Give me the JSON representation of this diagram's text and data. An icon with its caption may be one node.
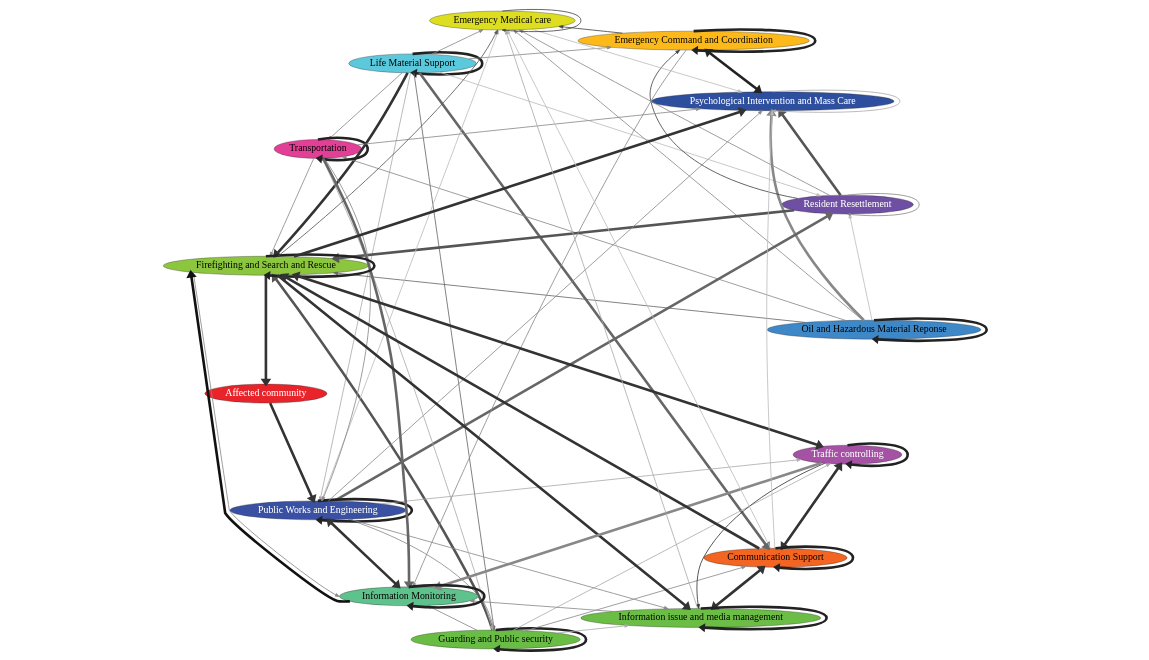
{
  "diagram": {
    "nodes": [
      {
        "text": [
          "Life Material Support"
        ]
      },
      {
        "text": [
          "Affected community"
        ]
      },
      {
        "text": [
          "Oil and Hazardous Material Reponse"
        ]
      },
      {
        "text": [
          "Resident Resettlement"
        ]
      },
      {
        "text": [
          "Guarding and Public security"
        ]
      },
      {
        "text": [
          "Public Works and Engineering"
        ]
      },
      {
        "text": [
          "Transportation"
        ]
      },
      {
        "text": [
          "Emergency Command and Coordination"
        ]
      },
      {
        "text": [
          "Firefighting and Search and Rescue"
        ]
      },
      {
        "text": [
          "Traffic controlling"
        ]
      },
      {
        "text": [
          "Psychological Intervention and Mass Care"
        ]
      },
      {
        "text": [
          "Communication Support"
        ]
      },
      {
        "text": [
          "Information issue and media management"
        ]
      },
      {
        "text": [
          "Emergency Medical care"
        ]
      },
      {
        "text": [
          "Information Monitoring"
        ]
      }
    ],
    "edges": [
      {
        "from": 0,
        "to": 0,
        "arrow": "to",
        "style": "thick",
        "color": "#222222"
      },
      {
        "from": 2,
        "to": 2,
        "arrow": "to",
        "style": "thick",
        "color": "#222222"
      },
      {
        "from": 3,
        "to": 3,
        "arrow": "to"
      },
      {
        "from": 4,
        "to": 4,
        "arrow": "to",
        "style": "thick",
        "color": "#222222"
      },
      {
        "from": 5,
        "to": 5,
        "arrow": "to",
        "style": "thick",
        "color": "#222222"
      },
      {
        "from": 6,
        "to": 6,
        "arrow": "to",
        "style": "thick",
        "color": "#222222"
      },
      {
        "from": 7,
        "to": 7,
        "arrow": "to",
        "style": "thick",
        "color": "#222222"
      },
      {
        "from": 8,
        "to": 8,
        "arrow": "to",
        "style": "thick",
        "color": "#222222"
      },
      {
        "from": 9,
        "to": 9,
        "arrow": "to",
        "style": "thick",
        "color": "#222222"
      },
      {
        "from": 10,
        "to": 10,
        "arrow": "to",
        "color": "#aaaaaa"
      },
      {
        "from": 11,
        "to": 11,
        "arrow": "to",
        "style": "thick",
        "color": "#222222"
      },
      {
        "from": 12,
        "to": 12,
        "arrow": "to",
        "style": "thick",
        "color": "#222222"
      },
      {
        "from": 13,
        "to": 13,
        "arrow": "to",
        "color": "#444444"
      },
      {
        "from": 14,
        "to": 14,
        "arrow": "to",
        "style": "thick",
        "color": "#222222"
      },
      {
        "from": 8,
        "to": 1,
        "arrow": "to",
        "style": "thick",
        "color": "#333333"
      },
      {
        "from": 1,
        "to": 5,
        "arrow": "to",
        "style": "thick",
        "color": "#333333"
      },
      {
        "from": 14,
        "to": 5,
        "arrow": "both",
        "style": "thick",
        "color": "#333333"
      },
      {
        "from": 5,
        "to": 3,
        "arrow": "to",
        "style": "thick",
        "color": "#666666"
      },
      {
        "from": 14,
        "to": 8,
        "arrow": "to",
        "style": "thick",
        "color": "#111111"
      },
      {
        "from": 8,
        "to": 9,
        "arrow": "both",
        "style": "thick",
        "color": "#333333"
      },
      {
        "from": 11,
        "to": 9,
        "arrow": "both",
        "style": "thick",
        "color": "#333333"
      },
      {
        "from": 8,
        "to": 12,
        "arrow": "to",
        "style": "thick",
        "color": "#333333"
      },
      {
        "from": 12,
        "to": 11,
        "arrow": "both",
        "style": "thick",
        "color": "#333333"
      },
      {
        "from": 11,
        "to": 8,
        "arrow": "to",
        "style": "thick",
        "color": "#333333"
      },
      {
        "from": 9,
        "to": 12,
        "arrow": "to",
        "color": "#333333"
      },
      {
        "from": 8,
        "to": 10,
        "arrow": "to",
        "style": "thick",
        "color": "#333333"
      },
      {
        "from": 10,
        "to": 7,
        "arrow": "both",
        "style": "thick",
        "color": "#222222"
      },
      {
        "from": 0,
        "to": 8,
        "arrow": "to",
        "style": "thick",
        "color": "#333333"
      },
      {
        "from": 0,
        "to": 11,
        "arrow": "to",
        "style": "thick",
        "color": "#666666"
      },
      {
        "from": 0,
        "to": 4,
        "arrow": "to",
        "color": "#666666"
      },
      {
        "from": 0,
        "to": 3,
        "arrow": "to",
        "color": "#bbbbbb"
      },
      {
        "from": 0,
        "to": 6,
        "arrow": "to"
      },
      {
        "from": 0,
        "to": 7,
        "arrow": "to"
      },
      {
        "from": 0,
        "to": 13,
        "arrow": "to"
      },
      {
        "from": 0,
        "to": 5,
        "arrow": "to",
        "color": "#aaaaaa"
      },
      {
        "from": 2,
        "to": 3,
        "arrow": "to",
        "color": "#bbbbbb"
      },
      {
        "from": 2,
        "to": 6,
        "arrow": "to"
      },
      {
        "from": 2,
        "to": 10,
        "arrow": "to",
        "style": "thick"
      },
      {
        "from": 2,
        "to": 13,
        "arrow": "to"
      },
      {
        "from": 2,
        "to": 8,
        "arrow": "to",
        "color": "#666666"
      },
      {
        "from": 3,
        "to": 10,
        "arrow": "to",
        "style": "thick",
        "color": "#555555"
      },
      {
        "from": 3,
        "to": 7,
        "arrow": "to",
        "color": "#444444"
      },
      {
        "from": 3,
        "to": 8,
        "arrow": "to",
        "style": "thick",
        "color": "#555555"
      },
      {
        "from": 3,
        "to": 13,
        "arrow": "to"
      },
      {
        "from": 6,
        "to": 8,
        "arrow": "to"
      },
      {
        "from": 6,
        "to": 10,
        "arrow": "to"
      },
      {
        "from": 6,
        "to": 14,
        "arrow": "to",
        "style": "thick",
        "color": "#666666"
      },
      {
        "from": 6,
        "to": 5,
        "arrow": "to"
      },
      {
        "from": 6,
        "to": 4,
        "arrow": "to",
        "color": "#aaaaaa"
      },
      {
        "from": 4,
        "to": 8,
        "arrow": "to",
        "style": "thick",
        "color": "#555555"
      },
      {
        "from": 4,
        "to": 5,
        "arrow": "to"
      },
      {
        "from": 4,
        "to": 14,
        "arrow": "to"
      },
      {
        "from": 4,
        "to": 11,
        "arrow": "to"
      },
      {
        "from": 4,
        "to": 9,
        "arrow": "to",
        "color": "#aaaaaa"
      },
      {
        "from": 4,
        "to": 12,
        "arrow": "to",
        "color": "#aaaaaa"
      },
      {
        "from": 5,
        "to": 9,
        "arrow": "to",
        "color": "#aaaaaa"
      },
      {
        "from": 5,
        "to": 12,
        "arrow": "to"
      },
      {
        "from": 5,
        "to": 13,
        "arrow": "to",
        "color": "#bbbbbb"
      },
      {
        "from": 5,
        "to": 10,
        "arrow": "to"
      },
      {
        "from": 8,
        "to": 13,
        "arrow": "to",
        "color": "#555555"
      },
      {
        "from": 8,
        "to": 14,
        "arrow": "to"
      },
      {
        "from": 7,
        "to": 13,
        "arrow": "to",
        "color": "#444444"
      },
      {
        "from": 7,
        "to": 14,
        "arrow": "to"
      },
      {
        "from": 11,
        "to": 10,
        "arrow": "to",
        "color": "#bbbbbb"
      },
      {
        "from": 11,
        "to": 13,
        "arrow": "to",
        "color": "#bbbbbb"
      },
      {
        "from": 12,
        "to": 13,
        "arrow": "to",
        "color": "#aaaaaa"
      },
      {
        "from": 12,
        "to": 14,
        "arrow": "to"
      },
      {
        "from": 9,
        "to": 14,
        "arrow": "to",
        "style": "thick"
      },
      {
        "from": 13,
        "to": 10,
        "arrow": "to",
        "color": "#bbbbbb"
      }
    ]
  }
}
